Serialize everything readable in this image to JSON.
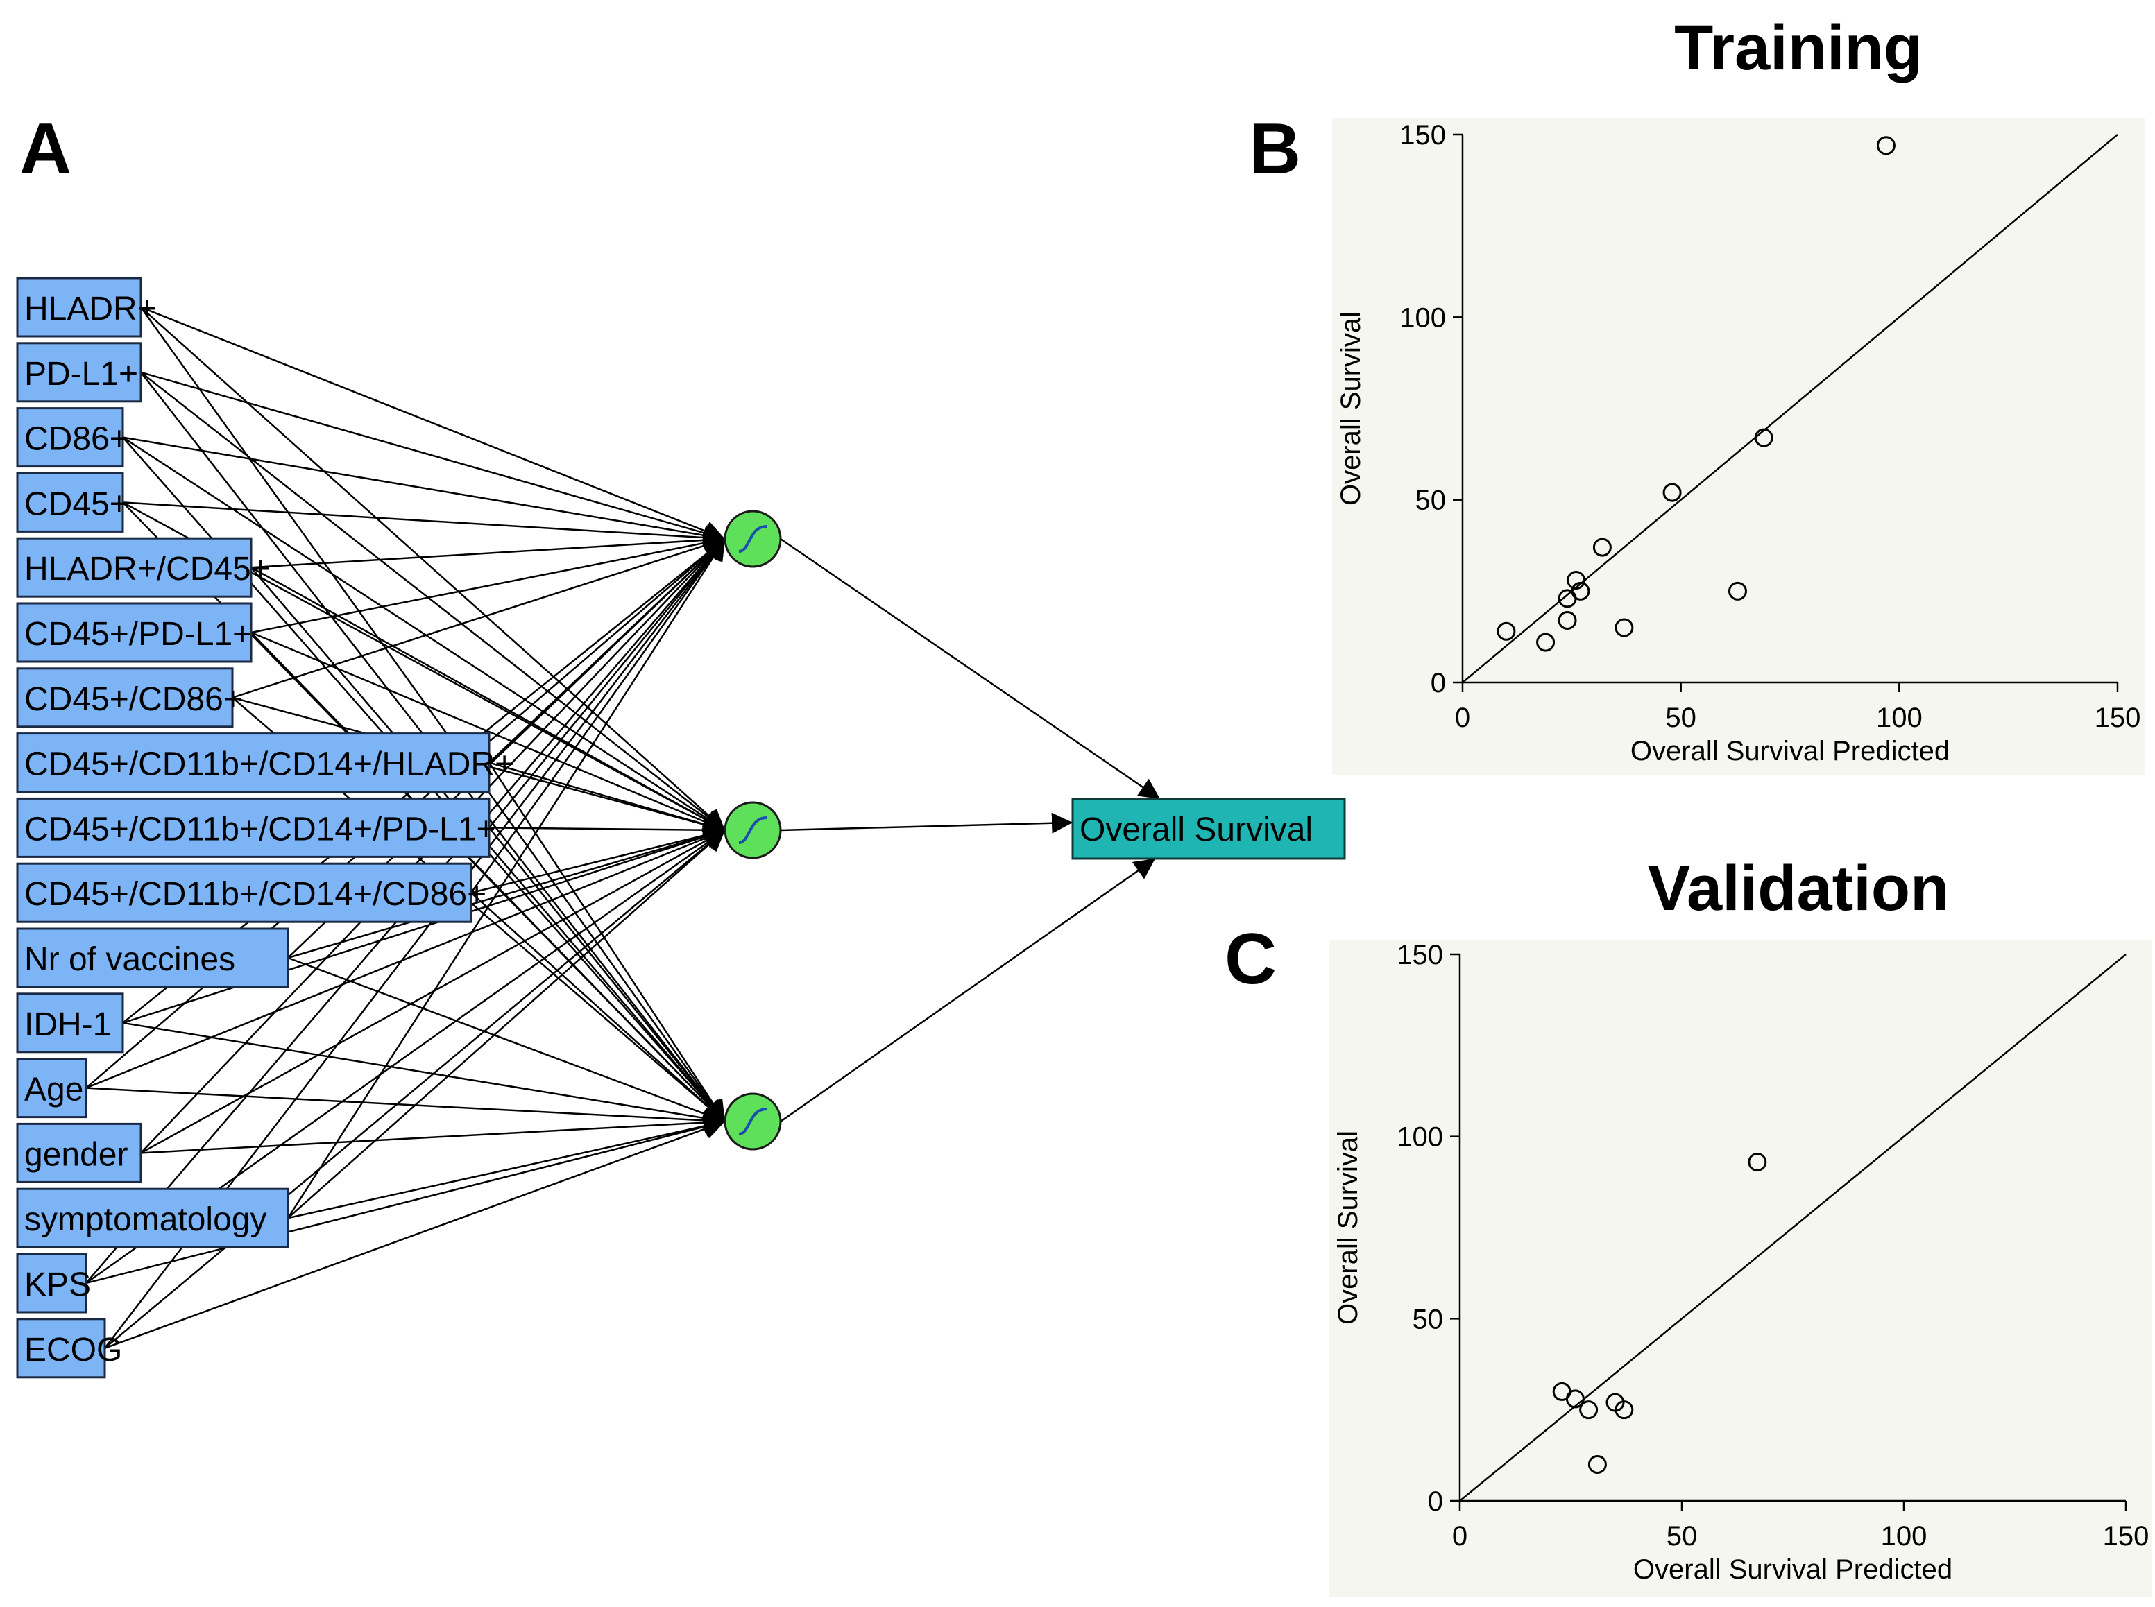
{
  "panels": {
    "a_letter": "A",
    "b_letter": "B",
    "c_letter": "C"
  },
  "network": {
    "inputs": [
      "HLADR+",
      "PD-L1+",
      "CD86+",
      "CD45+",
      "HLADR+/CD45+",
      "CD45+/PD-L1+",
      "CD45+/CD86+",
      "CD45+/CD11b+/CD14+/HLADR+",
      "CD45+/CD11b+/CD14+/PD-L1+",
      "CD45+/CD11b+/CD14+/CD86+",
      "Nr of vaccines",
      "IDH-1",
      "Age",
      "gender",
      "symptomatology",
      "KPS",
      "ECOG"
    ],
    "hidden_node_count": 3,
    "output_label": "Overall Survival",
    "colors": {
      "input_fill": "#7db4f6",
      "output_fill": "#1fb5b3",
      "node_fill": "#5ee05a"
    }
  },
  "chart_data": [
    {
      "type": "scatter",
      "title": "Training",
      "xlabel": "Overall Survival Predicted",
      "ylabel": "Overall Survival",
      "xlim": [
        0,
        150
      ],
      "ylim": [
        0,
        150
      ],
      "xticks": [
        0,
        50,
        100,
        150
      ],
      "yticks": [
        0,
        50,
        100,
        150
      ],
      "reference_line": "y = x",
      "points": [
        {
          "x": 97,
          "y": 147
        },
        {
          "x": 69,
          "y": 67
        },
        {
          "x": 48,
          "y": 52
        },
        {
          "x": 32,
          "y": 37
        },
        {
          "x": 26,
          "y": 28
        },
        {
          "x": 27,
          "y": 25
        },
        {
          "x": 24,
          "y": 23
        },
        {
          "x": 24,
          "y": 17
        },
        {
          "x": 37,
          "y": 15
        },
        {
          "x": 63,
          "y": 25
        },
        {
          "x": 10,
          "y": 14
        },
        {
          "x": 19,
          "y": 11
        }
      ]
    },
    {
      "type": "scatter",
      "title": "Validation",
      "xlabel": "Overall Survival Predicted",
      "ylabel": "Overall Survival",
      "xlim": [
        0,
        150
      ],
      "ylim": [
        0,
        150
      ],
      "xticks": [
        0,
        50,
        100,
        150
      ],
      "yticks": [
        0,
        50,
        100,
        150
      ],
      "reference_line": "y = x",
      "points": [
        {
          "x": 67,
          "y": 93
        },
        {
          "x": 23,
          "y": 30
        },
        {
          "x": 26,
          "y": 28
        },
        {
          "x": 29,
          "y": 25
        },
        {
          "x": 35,
          "y": 27
        },
        {
          "x": 37,
          "y": 25
        },
        {
          "x": 31,
          "y": 10
        }
      ]
    }
  ]
}
